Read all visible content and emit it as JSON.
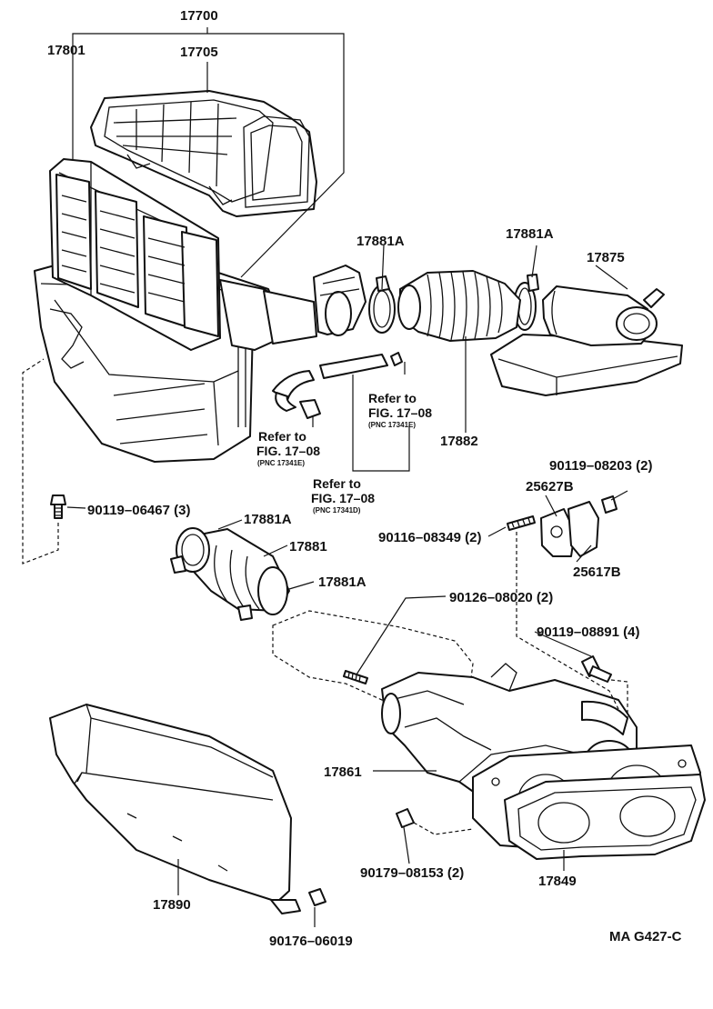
{
  "labels": {
    "p17700": "17700",
    "p17801": "17801",
    "p17705": "17705",
    "p17881A_1": "17881A",
    "p17881A_2": "17881A",
    "p17875": "17875",
    "ref1_line1": "Refer to",
    "ref1_line2": "FIG. 17–08",
    "ref1_pnc": "(PNC 17341E)",
    "ref2_line1": "Refer to",
    "ref2_line2": "FIG. 17–08",
    "ref2_pnc": "(PNC 17341E)",
    "ref3_line1": "Refer to",
    "ref3_line2": "FIG. 17–08",
    "ref3_pnc": "(PNC 17341D)",
    "p17882": "17882",
    "p90119_08203": "90119–08203 (2)",
    "p90119_06467": "90119–06467 (3)",
    "p25627B": "25627B",
    "p17881A_3": "17881A",
    "p17881": "17881",
    "p90116_08349": "90116–08349 (2)",
    "p25617B": "25617B",
    "p17881A_4": "17881A",
    "p90126_08020": "90126–08020 (2)",
    "p90119_08891": "90119–08891 (4)",
    "p17861": "17861",
    "p90179_08153": "90179–08153 (2)",
    "p17849": "17849",
    "p17890": "17890",
    "p90176_06019": "90176–06019",
    "figure_code": "MA G427-C"
  }
}
